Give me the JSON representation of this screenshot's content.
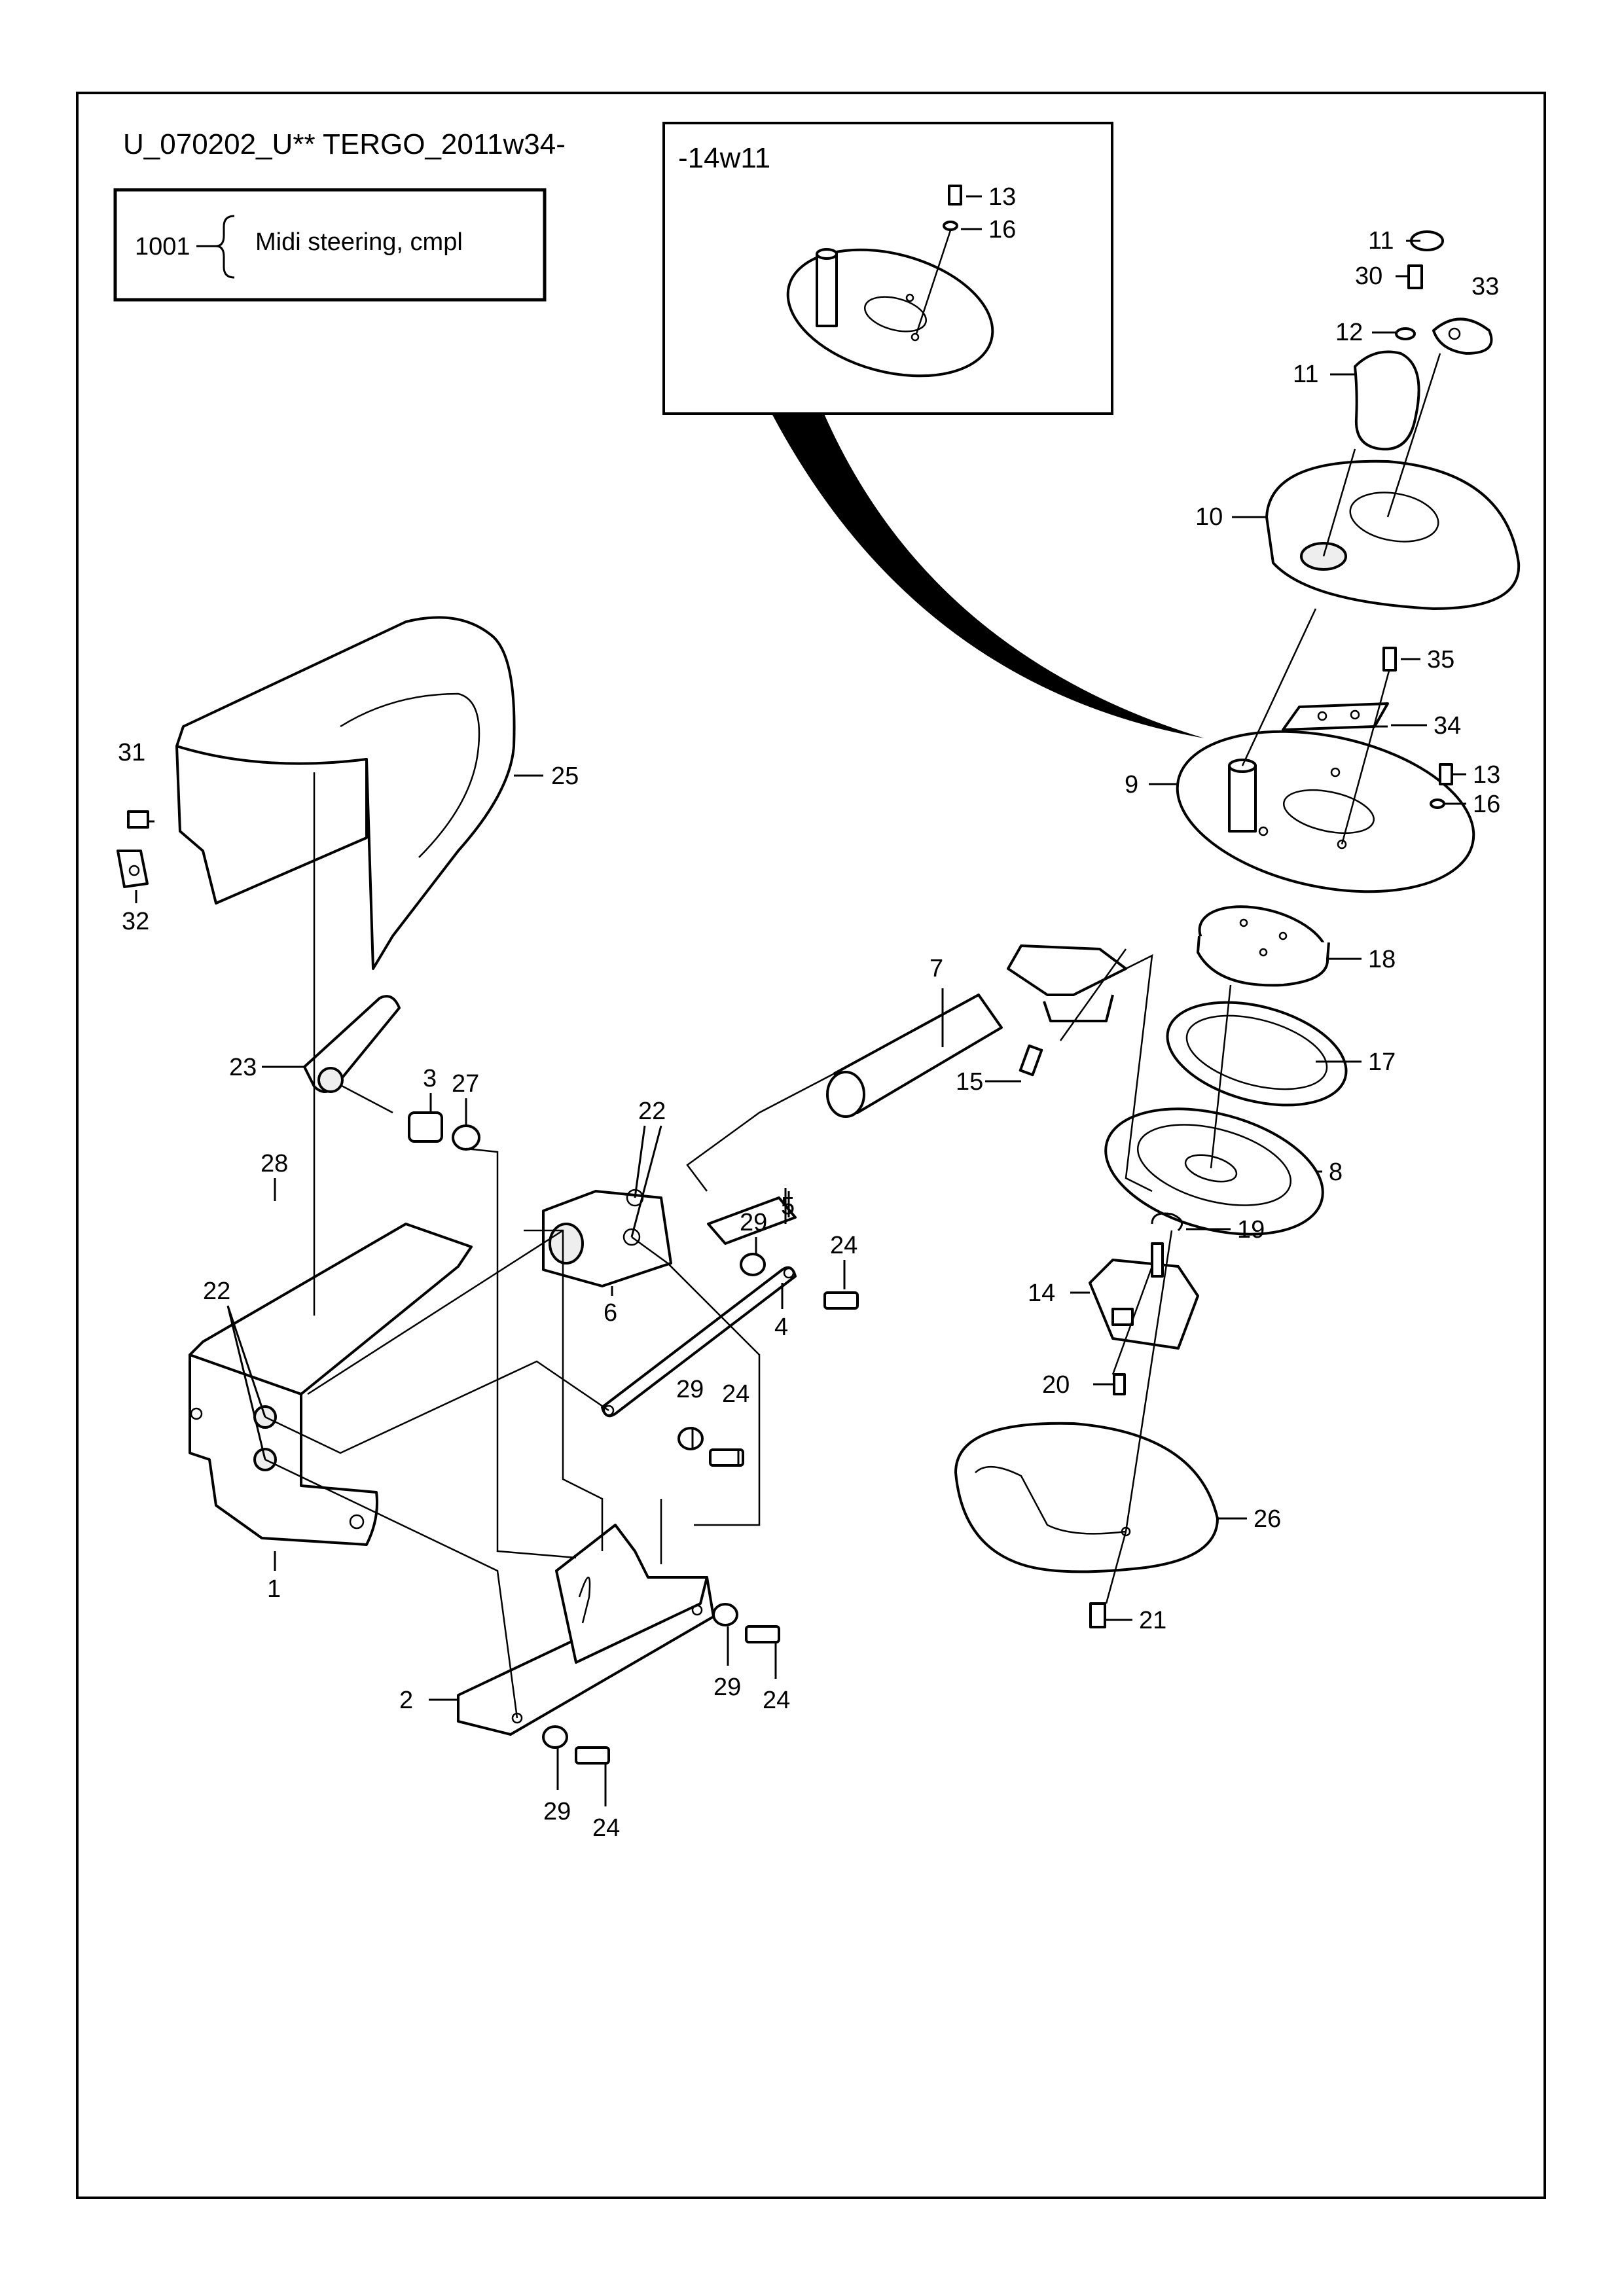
{
  "header": {
    "drawing_code": "U_070202_U** TERGO_2011w34-",
    "assembly_number": "1001",
    "assembly_name": "Midi steering, cmpl",
    "inset_label": "-14w11"
  },
  "callouts": {
    "inset_13": "13",
    "inset_16": "16",
    "p11a": "11",
    "p30": "30",
    "p33": "33",
    "p12": "12",
    "p11b": "11",
    "p10": "10",
    "p35": "35",
    "p34": "34",
    "p9": "9",
    "p13": "13",
    "p16": "16",
    "p31": "31",
    "p25": "25",
    "p32": "32",
    "p7": "7",
    "p18": "18",
    "p17": "17",
    "p15": "15",
    "p23": "23",
    "p3": "3",
    "p27": "27",
    "p22a": "22",
    "p29a": "29",
    "p24a": "24",
    "p5": "5",
    "p8": "8",
    "p28": "28",
    "p6": "6",
    "p4": "4",
    "p19": "19",
    "p14": "14",
    "p22b": "22",
    "p29b": "29",
    "p24b": "24",
    "p20": "20",
    "p26": "26",
    "p1": "1",
    "p21": "21",
    "p29c": "29",
    "p24c": "24",
    "p2": "2",
    "p29d": "29",
    "p24d": "24"
  }
}
